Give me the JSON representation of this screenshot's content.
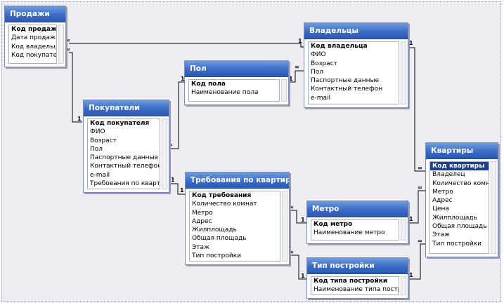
{
  "tables": {
    "prodazhi": {
      "title": "Продажи",
      "fields": [
        "Код продажи",
        "Дата продажи",
        "Код владельца",
        "Код покупателя"
      ]
    },
    "vladeltsy": {
      "title": "Владельцы",
      "fields": [
        "Код владельца",
        "ФИО",
        "Возраст",
        "Пол",
        "Паспортные данные",
        "Контактный телефон",
        "e-mail"
      ]
    },
    "pol": {
      "title": "Пол",
      "fields": [
        "Код пола",
        "Наименование пола"
      ]
    },
    "pokupateli": {
      "title": "Покупатели",
      "fields": [
        "Код покупателя",
        "ФИО",
        "Возраст",
        "Пол",
        "Паспортные данные",
        "Контактный телефон",
        "e-mail",
        "Требования по квартире"
      ]
    },
    "trebovaniya": {
      "title": "Требования по квартире",
      "fields": [
        "Код требования",
        "Количество комнат",
        "Метро",
        "Адрес",
        "Жилплощадь",
        "Общая площадь",
        "Этаж",
        "Тип постройки"
      ]
    },
    "metro": {
      "title": "Метро",
      "fields": [
        "Код метро",
        "Наименование метро"
      ]
    },
    "tip": {
      "title": "Тип постройки",
      "fields": [
        "Код типа постройки",
        "Наименование типа постройки"
      ]
    },
    "kvartiry": {
      "title": "Квартиры",
      "fields": [
        "Код квартиры",
        "Владелец",
        "Количество комнат",
        "Метро",
        "Адрес",
        "Цена",
        "Жилплощадь",
        "Общая площадь",
        "Этаж",
        "Тип постройки"
      ]
    }
  },
  "markers": {
    "one": "1",
    "many": "∞"
  }
}
